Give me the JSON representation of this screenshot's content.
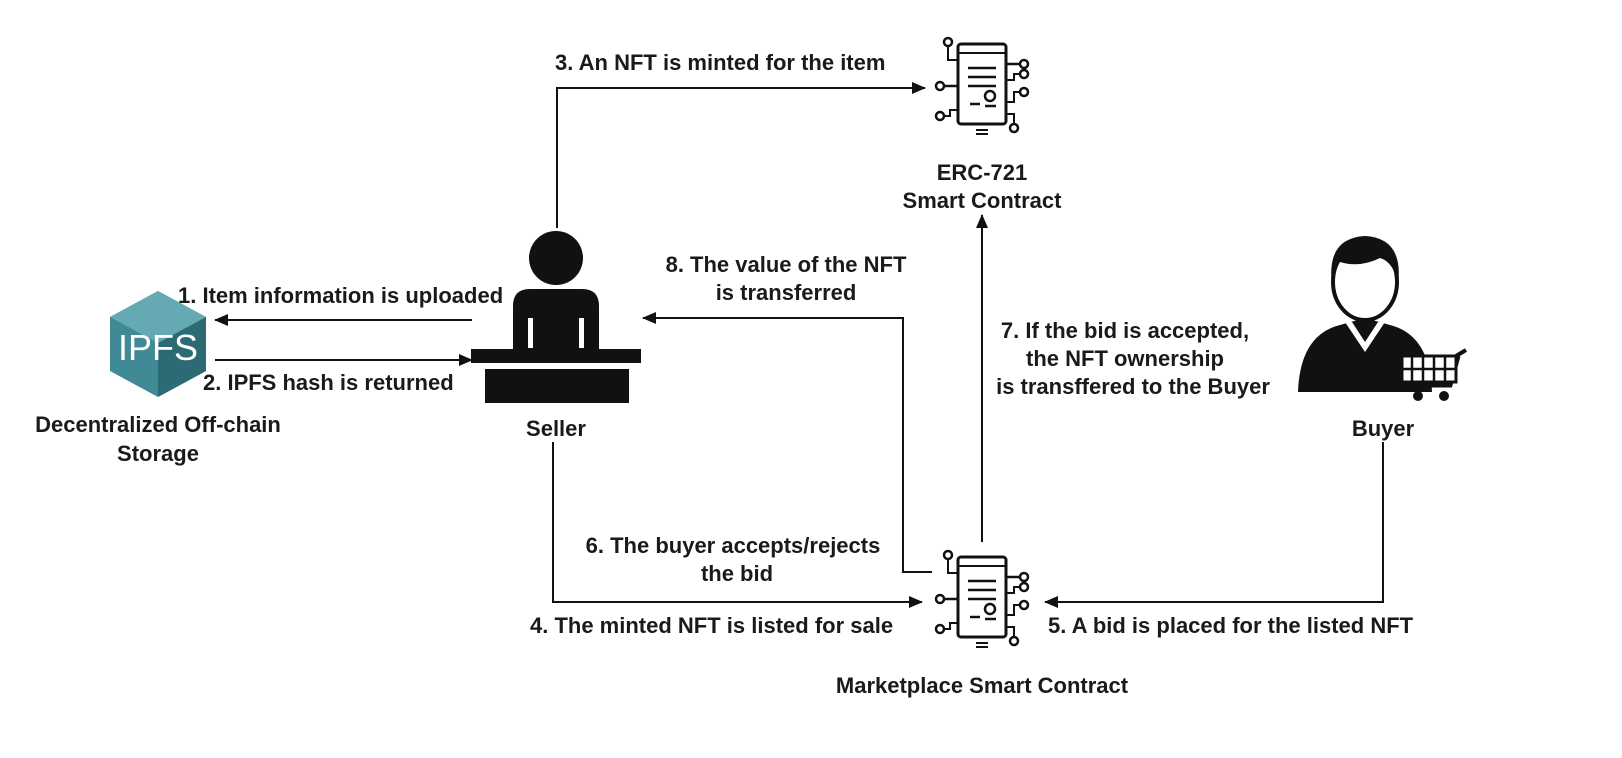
{
  "nodes": {
    "ipfs": {
      "logo_text": "IPFS",
      "label_line1": "Decentralized Off-chain",
      "label_line2": "Storage"
    },
    "seller": {
      "label": "Seller"
    },
    "erc721": {
      "label_line1": "ERC-721",
      "label_line2": "Smart Contract"
    },
    "buyer": {
      "label": "Buyer"
    },
    "marketplace": {
      "label": "Marketplace Smart Contract"
    }
  },
  "steps": {
    "s1": {
      "line1": "1. Item information is uploaded"
    },
    "s2": {
      "line1": "2. IPFS hash is returned"
    },
    "s3": {
      "line1": "3. An NFT is minted for the item"
    },
    "s4": {
      "line1": "4. The minted NFT is listed for sale"
    },
    "s5": {
      "line1": "5. A bid is placed for the listed NFT"
    },
    "s6": {
      "line1": "6. The buyer accepts/rejects",
      "line2": "the bid"
    },
    "s7": {
      "line1": "7. If the bid is accepted,",
      "line2": "the NFT ownership",
      "line3": "is transffered to the Buyer"
    },
    "s8": {
      "line1": "8. The value of the NFT",
      "line2": "is transferred"
    }
  },
  "colors": {
    "ink": "#111111",
    "ipfs_teal": "#3f8a94",
    "ipfs_dark": "#2c6b73",
    "ipfs_light": "#65aab2"
  },
  "icons": {
    "ipfs": "ipfs-cube-logo",
    "seller": "person-at-desk-icon",
    "erc721": "certificate-circuit-icon",
    "marketplace": "certificate-circuit-icon",
    "buyer": "shopper-with-cart-icon"
  }
}
